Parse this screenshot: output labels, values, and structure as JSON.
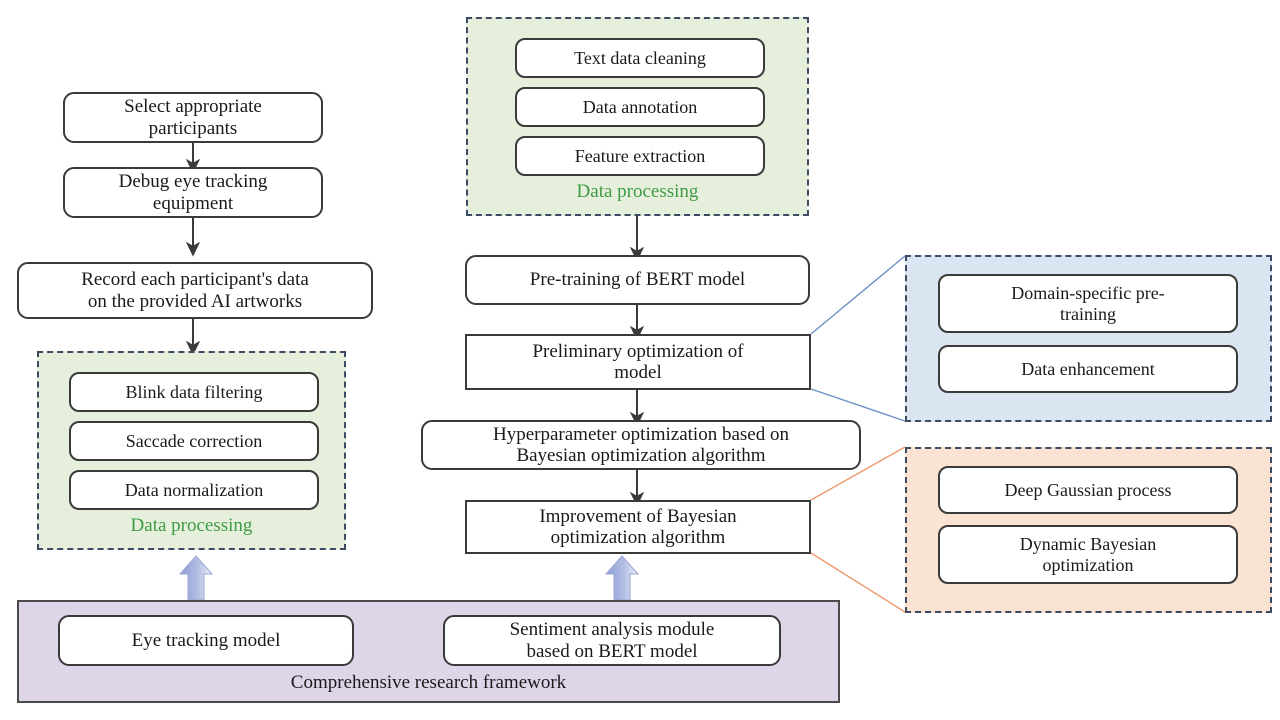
{
  "diagram": {
    "title": "Comprehensive research framework",
    "colors": {
      "green_fill": "#e6efdc",
      "blue_fill": "#dbe5f1",
      "orange_fill": "#fbe3d3",
      "purple_fill": "#ded5e9",
      "dashed_border": "#3d4a63",
      "node_border": "#3a3a3a",
      "green_label_text": "#3f9c45",
      "blue_connector": "#6e8fc4",
      "orange_connector": "#ed9b6a",
      "block_arrow": "#a8b4dd"
    }
  },
  "left_column": {
    "steps": [
      {
        "label": "Select appropriate\nparticipants"
      },
      {
        "label": "Debug eye tracking\nequipment"
      },
      {
        "label": "Record each participant's data\non the provided AI artworks"
      }
    ],
    "group": {
      "label": "Data processing",
      "items": [
        {
          "label": "Blink data filtering"
        },
        {
          "label": "Saccade correction"
        },
        {
          "label": "Data normalization"
        }
      ]
    }
  },
  "center_column": {
    "group": {
      "label": "Data processing",
      "items": [
        {
          "label": "Text data cleaning"
        },
        {
          "label": "Data annotation"
        },
        {
          "label": "Feature extraction"
        }
      ]
    },
    "steps": [
      {
        "label": "Pre-training of BERT model"
      },
      {
        "label": "Preliminary optimization of\nmodel"
      },
      {
        "label": "Hyperparameter optimization based on\nBayesian optimization algorithm"
      },
      {
        "label": "Improvement of Bayesian\noptimization algorithm"
      }
    ]
  },
  "right_groups": [
    {
      "name": "pre-training-enhancements",
      "items": [
        {
          "label": "Domain-specific pre-\ntraining"
        },
        {
          "label": "Data enhancement"
        }
      ]
    },
    {
      "name": "bayesian-improvements",
      "items": [
        {
          "label": "Deep Gaussian process"
        },
        {
          "label": "Dynamic Bayesian\noptimization"
        }
      ]
    }
  ],
  "bottom_frame": {
    "label": "Comprehensive research framework",
    "modules": [
      {
        "label": "Eye tracking model"
      },
      {
        "label": "Sentiment analysis module\nbased on BERT model"
      }
    ]
  }
}
